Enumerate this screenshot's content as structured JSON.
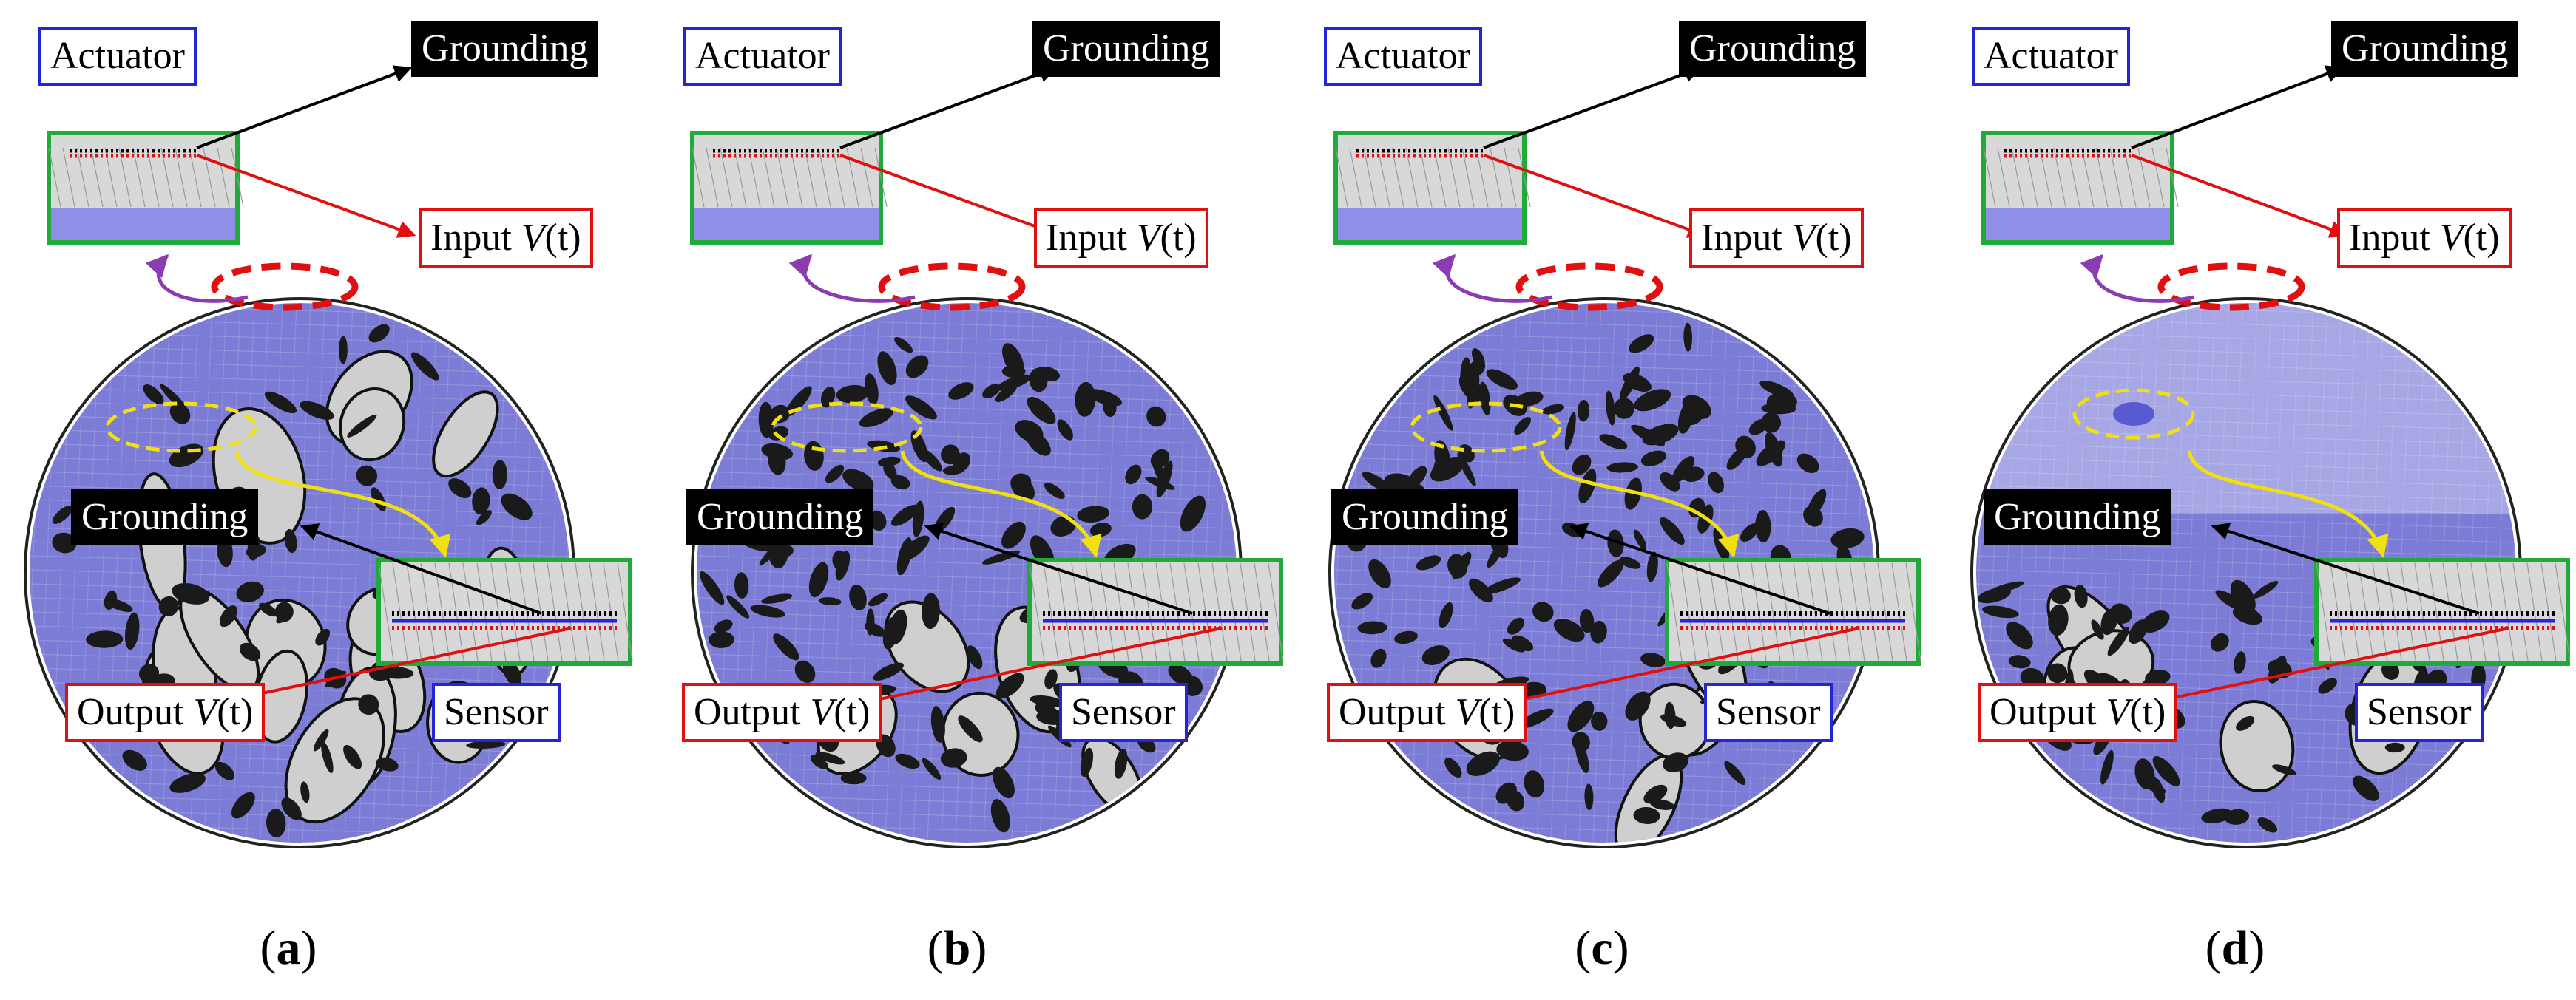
{
  "panels": [
    {
      "letter": "a",
      "actuator": "Actuator",
      "grounding_top": "Grounding",
      "input_prefix": "Input ",
      "input_var": "V",
      "input_suffix": "(t)",
      "grounding_mid": "Grounding",
      "output_prefix": "Output ",
      "output_var": "V",
      "output_suffix": "(t)",
      "sensor": "Sensor",
      "pore_style": "large"
    },
    {
      "letter": "b",
      "actuator": "Actuator",
      "grounding_top": "Grounding",
      "input_prefix": "Input ",
      "input_var": "V",
      "input_suffix": "(t)",
      "grounding_mid": "Grounding",
      "output_prefix": "Output ",
      "output_var": "V",
      "output_suffix": "(t)",
      "sensor": "Sensor",
      "pore_style": "small"
    },
    {
      "letter": "c",
      "actuator": "Actuator",
      "grounding_top": "Grounding",
      "input_prefix": "Input ",
      "input_var": "V",
      "input_suffix": "(t)",
      "grounding_mid": "Grounding",
      "output_prefix": "Output ",
      "output_var": "V",
      "output_suffix": "(t)",
      "sensor": "Sensor",
      "pore_style": "small"
    },
    {
      "letter": "d",
      "actuator": "Actuator",
      "grounding_top": "Grounding",
      "input_prefix": "Input ",
      "input_var": "V",
      "input_suffix": "(t)",
      "grounding_mid": "Grounding",
      "output_prefix": "Output ",
      "output_var": "V",
      "output_suffix": "(t)",
      "sensor": "Sensor",
      "pore_style": "half"
    }
  ],
  "colors": {
    "mesh_fill": "#7c7cd6",
    "mesh_light": "#a7a7e6",
    "pore": "#1a1a1a",
    "large_pore": "#cfcfcf",
    "actuator_border": "#2424d8",
    "signal_red": "#e01010",
    "inset_green": "#1faa3a",
    "callout_yellow": "#f0e010",
    "link_purple": "#8a3cb0"
  }
}
